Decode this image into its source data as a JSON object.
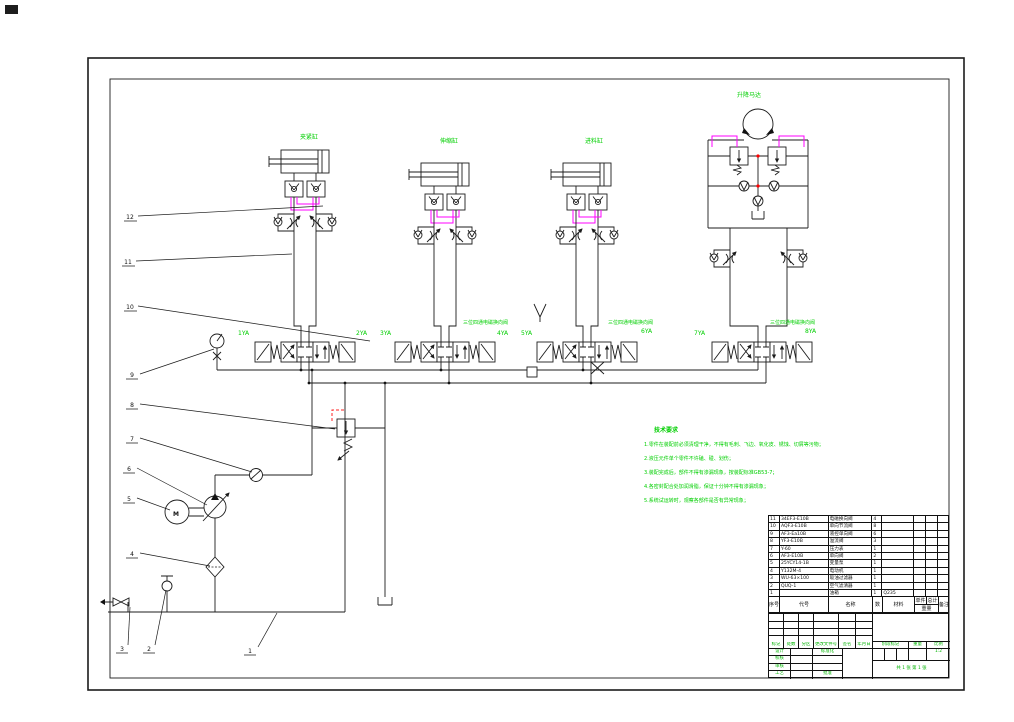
{
  "colors": {
    "annotation_green": "#00cf00",
    "pilot_magenta": "#ff00ff",
    "pilot_red": "#ff2020",
    "line_black": "#1c1c1c"
  },
  "labels": {
    "cylinder1": "夹紧缸",
    "cylinder2": "伸缩缸",
    "cylinder3": "进料缸",
    "motor": "升降马达",
    "motor_letter": "M",
    "valve_type": "三位四通电磁换向阀",
    "solenoids": [
      "1YA",
      "2YA",
      "3YA",
      "4YA",
      "5YA",
      "6YA",
      "7YA",
      "8YA"
    ]
  },
  "callouts": [
    "12",
    "11",
    "10",
    "9",
    "8",
    "7",
    "6",
    "5",
    "4",
    "3",
    "2",
    "1"
  ],
  "notes": {
    "title": "技术要求",
    "lines": [
      "1.零件在装配前必须清理干净，不得有毛刺、飞边、氧化皮、锈蚀、切屑等污物；",
      "2.液压元件单个零件不许磕、碰、划伤；",
      "3.装配完成后，部件不得有渗漏现象，按装配标准GB53-7；",
      "4.各密封配合处加润滑脂，保证十分钟不得有渗漏现象；",
      "5.系统试运转时，观察各部件是否有异常现象；"
    ]
  },
  "bom": {
    "headers": [
      "序号",
      "代号",
      "名称",
      "数量",
      "材料",
      "单件",
      "总计",
      "备注"
    ],
    "weight_label": "重量",
    "rows": [
      [
        "11",
        "34EF3-E10B",
        "电磁换向阀",
        "4",
        "",
        "",
        "",
        ""
      ],
      [
        "10",
        "AQF3-E10B",
        "单向节流阀",
        "8",
        "",
        "",
        "",
        ""
      ],
      [
        "9",
        "AF3-Ea10B",
        "液控单向阀",
        "6",
        "",
        "",
        "",
        ""
      ],
      [
        "8",
        "YF3-E10B",
        "溢流阀",
        "3",
        "",
        "",
        "",
        ""
      ],
      [
        "7",
        "Y-60",
        "压力表",
        "1",
        "",
        "",
        "",
        ""
      ],
      [
        "6",
        "AF3-E10B",
        "单向阀",
        "2",
        "",
        "",
        "",
        ""
      ],
      [
        "5",
        "25YCY14-1B",
        "变量泵",
        "1",
        "",
        "",
        "",
        ""
      ],
      [
        "4",
        "Y132M-4",
        "电动机",
        "1",
        "",
        "",
        "",
        ""
      ],
      [
        "3",
        "WU-63×100",
        "吸油过滤器",
        "1",
        "",
        "",
        "",
        ""
      ],
      [
        "2",
        "QUQ-1",
        "空气滤清器",
        "1",
        "",
        "",
        "",
        ""
      ],
      [
        "1",
        "",
        "油箱",
        "1",
        "Q235",
        "",
        "",
        ""
      ]
    ]
  },
  "title_block": {
    "header_cells": [
      "标记",
      "处数",
      "分区",
      "更改文件号",
      "签名",
      "年月日"
    ],
    "sign_rows": [
      "设计",
      "校核",
      "审核",
      "工艺"
    ],
    "standard": "标准化",
    "approve": "批准",
    "stage_label": "阶段标记",
    "weight_label": "重量",
    "scale_label": "比例",
    "scale_value": "1:2",
    "sheet_info": "共 1 张 第 1 张"
  }
}
